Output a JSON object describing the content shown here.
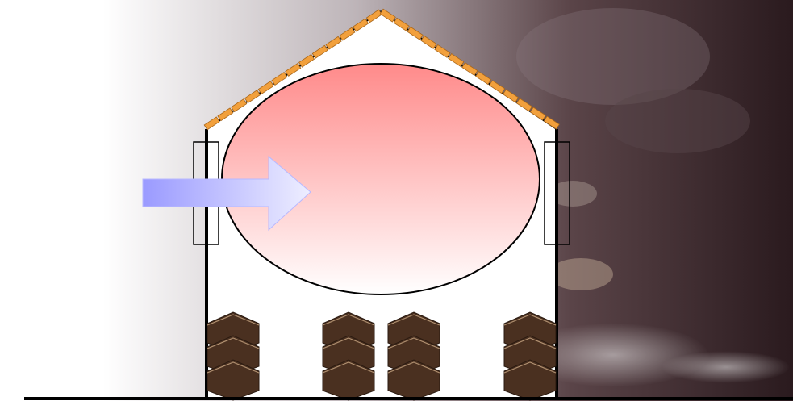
{
  "colors": {
    "roof_tile": "#f2a03c",
    "roof_tile_edge": "#a8661a",
    "heat_zone_top": "#ff8a8a",
    "heat_zone_bottom": "#ffffff",
    "arrow_start": "#9a9aff",
    "arrow_end": "#e8e8ff",
    "barrel": "#4a3020",
    "barrel_ring": "#b09070",
    "wall": "#000000",
    "background_photo_dark": "#2e1e22",
    "background_photo_light": "#ffffff"
  },
  "icons": {
    "inflow_arrow": "arrow-right-icon",
    "barrel": "barrel-icon"
  },
  "barrel_stacks": [
    {
      "column": "left-outer",
      "count": 3
    },
    {
      "column": "left-inner",
      "count": 3
    },
    {
      "column": "right-inner",
      "count": 3
    },
    {
      "column": "right-outer",
      "count": 3
    }
  ]
}
